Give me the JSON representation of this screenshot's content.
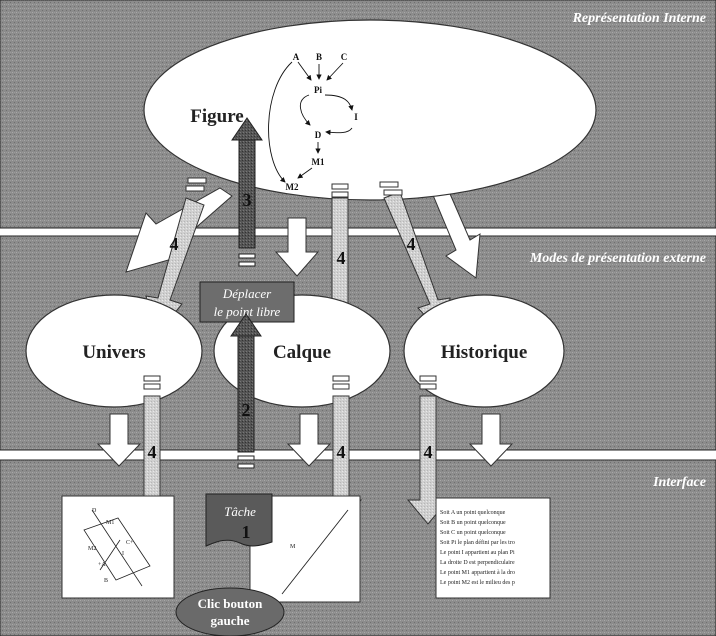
{
  "bands": {
    "internal": "Représentation Interne",
    "external": "Modes de présentation externe",
    "interface": "Interface"
  },
  "ellipses": {
    "figure": "Figure",
    "univers": "Univers",
    "calque": "Calque",
    "historique": "Historique"
  },
  "graph_nodes": [
    "A",
    "B",
    "C",
    "Pi",
    "I",
    "D",
    "M1",
    "M2"
  ],
  "arrow_numbers": {
    "three": "3",
    "two": "2",
    "one": "1",
    "four": "4"
  },
  "action_box": {
    "line1": "Déplacer",
    "line2": "le point libre"
  },
  "task": "Tâche",
  "click": {
    "line1": "Clic bouton",
    "line2": "gauche"
  },
  "univers_doc_labels": [
    "D",
    "M1",
    "C+",
    "M2",
    "I",
    "+A",
    "B"
  ],
  "calque_doc_label": "M",
  "historique_doc": [
    "Soit A un point quelconque",
    "Soit B un point quelconque",
    "Soit C un point quelconque",
    "Soit Pi le plan défini par les tro",
    "Le point I appartient au plan Pi",
    "La droite D est perpendiculaire",
    "Le point M1 appartient à la dro",
    "Le point M2 est le milieu des p"
  ]
}
